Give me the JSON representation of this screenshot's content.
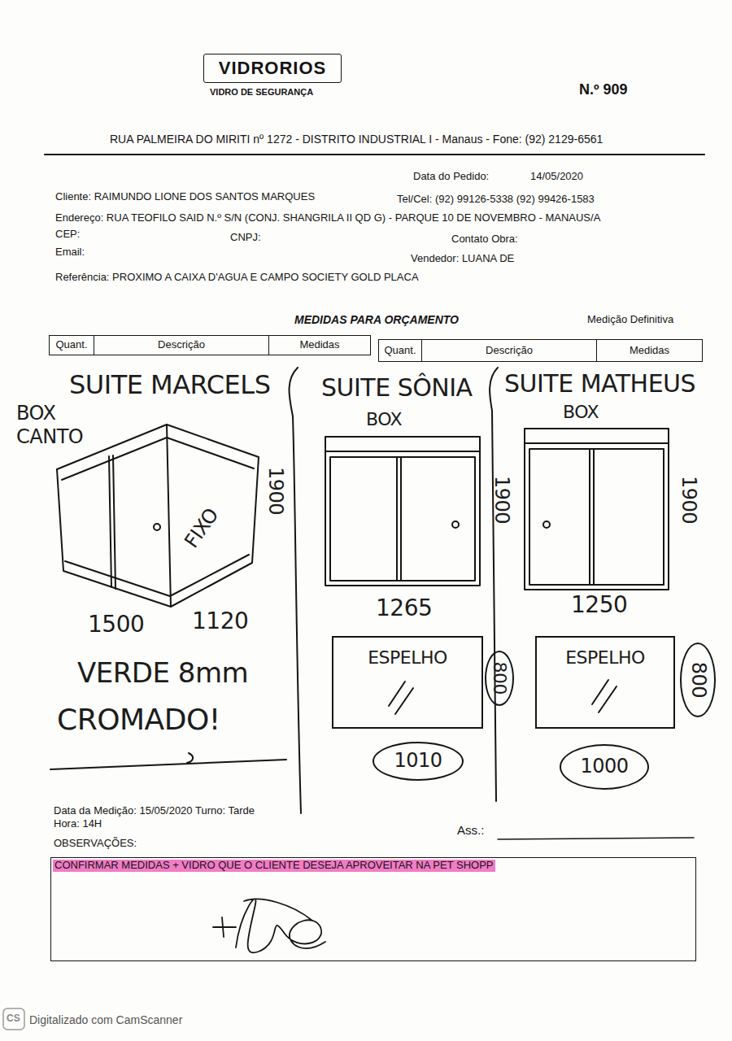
{
  "diagram": {
    "nodes": [
      {
        "text": [
          "VIDRORIOS"
        ]
      },
      {
        "text": [
          "Quant."
        ]
      },
      {
        "text": [
          "Descrição"
        ]
      },
      {
        "text": [
          "Medidas"
        ]
      },
      {
        "text": [
          "Quant."
        ]
      },
      {
        "text": [
          "Descrição"
        ]
      },
      {
        "text": [
          "Medidas"
        ]
      },
      {
        "text": [
          "ESPELHO"
        ]
      },
      {
        "text": [
          "800"
        ]
      },
      {
        "text": [
          "1010"
        ]
      },
      {
        "text": [
          "ESPELHO"
        ]
      },
      {
        "text": [
          "800"
        ]
      },
      {
        "text": [
          "1000"
        ]
      },
      {
        "text": [
          "OBSERVAÇÕES:",
          "CONFIRMAR MEDIDAS + VIDRO QUE O CLIENTE DESEJA APROVEITAR NA PET SHOPP"
        ]
      }
    ],
    "labels": [
      "VIDRO DE SEGURANÇA",
      "N.º 909",
      "RUA PALMEIRA DO MIRITI nº 1272 - DISTRITO INDUSTRIAL I - Manaus - Fone: (92) 2129-6561",
      "Data do Pedido:",
      "14/05/2020",
      "Cliente: RAIMUNDO LIONE DOS SANTOS MARQUES",
      "Tel/Cel: (92) 99126-5338   (92) 99426-1583",
      "Endereço: RUA TEOFILO SAID  N.º S/N (CONJ. SHANGRILA II QD G) - PARQUE 10 DE NOVEMBRO - MANAUS/A",
      "CEP:",
      "CNPJ:",
      "Contato Obra:",
      "Email:",
      "Vendedor: LUANA DE",
      "Referência: PROXIMO A CAIXA D'AGUA E CAMPO SOCIETY GOLD PLACA",
      "MEDIDAS PARA ORÇAMENTO",
      "Medição Definitiva",
      "SUITE MARCELS",
      "BOX CANTO",
      "1900",
      "FIXO",
      "1500",
      "1120",
      "VERDE 8mm",
      "CROMADO!",
      "SUITE SÔNIA",
      "BOX",
      "1900",
      "1265",
      "SUITE MATHEUS",
      "BOX",
      "1900",
      "1250",
      "Data da Medição: 15/05/2020  Turno: Tarde",
      "Hora: 14H",
      "Ass.:",
      "CS",
      "Digitalizado com CamScanner"
    ]
  }
}
